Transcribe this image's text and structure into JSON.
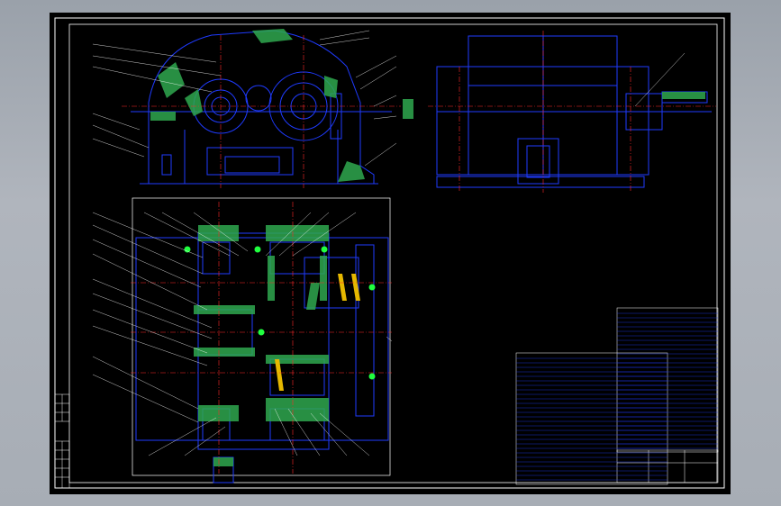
{
  "drawing": {
    "background": "#000000",
    "line_color": "#1f3bff",
    "hatch_color": "#2fa84f",
    "frame_color": "#ffffff",
    "center_color": "#ff2a2a",
    "accent_point_color": "#20ff40",
    "cut_color": "#e6b800"
  },
  "views": {
    "front": "front-elevation",
    "side": "side-elevation",
    "plan": "sectional-plan"
  }
}
